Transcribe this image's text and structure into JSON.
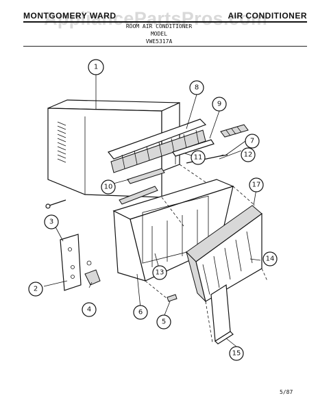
{
  "header": {
    "brand": "MONTGOMERY WARD",
    "product": "AIR CONDITIONER",
    "line1": "ROOM AIR CONDITIONER",
    "line2": "MODEL",
    "line3": "VWE5317A"
  },
  "watermark": "AppliancePartsPros.com",
  "footer": {
    "date": "5/87"
  },
  "callouts": {
    "c1": "1",
    "c2": "2",
    "c3": "3",
    "c4": "4",
    "c5": "5",
    "c6": "6",
    "c7": "7",
    "c8": "8",
    "c9": "9",
    "c10": "10",
    "c11": "11",
    "c12": "12",
    "c13": "13",
    "c14": "14",
    "c15": "15",
    "c17": "17"
  }
}
